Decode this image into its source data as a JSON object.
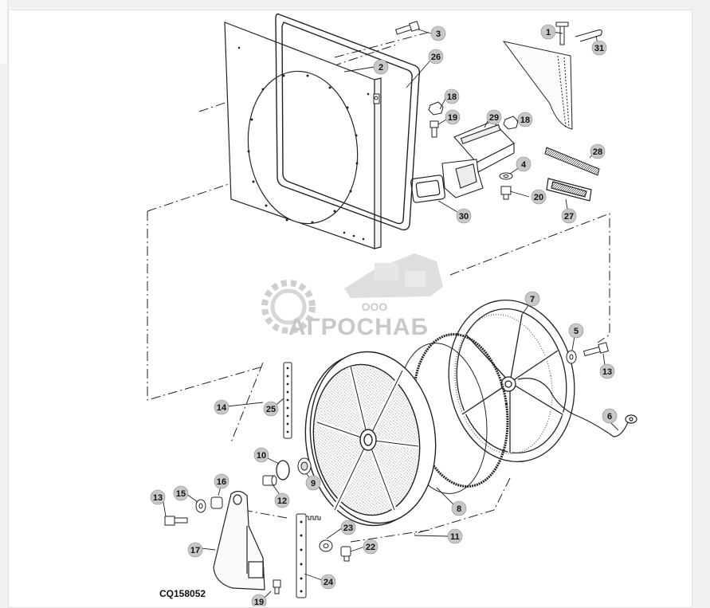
{
  "figure": {
    "reference": "CQ158052",
    "watermark": {
      "company_prefix": "ООО",
      "company_name": "АГРОСНАБ"
    }
  },
  "callouts": [
    {
      "id": "c3",
      "label": "3"
    },
    {
      "id": "c2",
      "label": "2"
    },
    {
      "id": "c26",
      "label": "26"
    },
    {
      "id": "c1",
      "label": "1"
    },
    {
      "id": "c31",
      "label": "31"
    },
    {
      "id": "c18a",
      "label": "18"
    },
    {
      "id": "c19a",
      "label": "19"
    },
    {
      "id": "c29",
      "label": "29"
    },
    {
      "id": "c18b",
      "label": "18"
    },
    {
      "id": "c4",
      "label": "4"
    },
    {
      "id": "c28",
      "label": "28"
    },
    {
      "id": "c20",
      "label": "20"
    },
    {
      "id": "c30",
      "label": "30"
    },
    {
      "id": "c27",
      "label": "27"
    },
    {
      "id": "c7",
      "label": "7"
    },
    {
      "id": "c5",
      "label": "5"
    },
    {
      "id": "c13a",
      "label": "13"
    },
    {
      "id": "c6",
      "label": "6"
    },
    {
      "id": "c14",
      "label": "14"
    },
    {
      "id": "c25",
      "label": "25"
    },
    {
      "id": "c10",
      "label": "10"
    },
    {
      "id": "c9",
      "label": "9"
    },
    {
      "id": "c16",
      "label": "16"
    },
    {
      "id": "c15",
      "label": "15"
    },
    {
      "id": "c13b",
      "label": "13"
    },
    {
      "id": "c12",
      "label": "12"
    },
    {
      "id": "c8",
      "label": "8"
    },
    {
      "id": "c11",
      "label": "11"
    },
    {
      "id": "c23",
      "label": "23"
    },
    {
      "id": "c22",
      "label": "22"
    },
    {
      "id": "c17",
      "label": "17"
    },
    {
      "id": "c24",
      "label": "24"
    },
    {
      "id": "c19b",
      "label": "19"
    }
  ],
  "colors": {
    "line": "#222222",
    "callout_fill": "#c8c8c8",
    "screen_dots": "#b5b5b5",
    "watermark": "#bdbdbd"
  }
}
